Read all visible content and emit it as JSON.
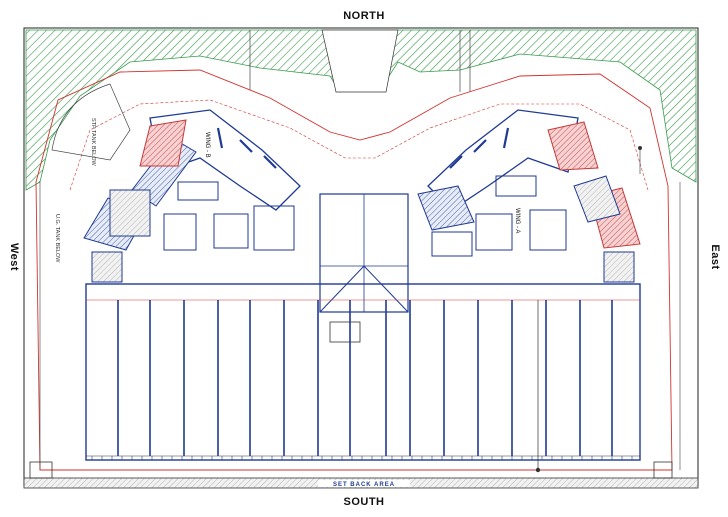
{
  "compass": {
    "north": "NORTH",
    "south": "SOUTH",
    "west": "West",
    "east": "East"
  },
  "labels": {
    "wing_b": "WING - B",
    "wing_a": "WING - A",
    "stp_tank": "STP TANK BELOW",
    "ug_tank": "U.G. TANK BELOW",
    "set_back": "SET BACK AREA"
  },
  "colors": {
    "wall": "#1f3a93",
    "setback_line": "#d2332f",
    "landscape_hatch": "#3a9b4d",
    "annotation": "#9b2c8c",
    "hatch_core": "#d04a4a"
  }
}
